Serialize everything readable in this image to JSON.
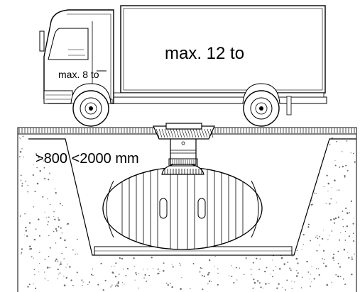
{
  "labels": {
    "cab_load": "max. 8 to",
    "body_load": "max. 12 to",
    "depth": ">800 <2000 mm"
  },
  "colors": {
    "line": "#000000",
    "soil": "#ffffff",
    "speckle": "#6b6b6b",
    "tank_shadow": "#d8d8d8"
  },
  "icons": {
    "truck": "truck-illustration",
    "tank": "underground-tank-illustration",
    "wheel": "wheel-icon"
  }
}
